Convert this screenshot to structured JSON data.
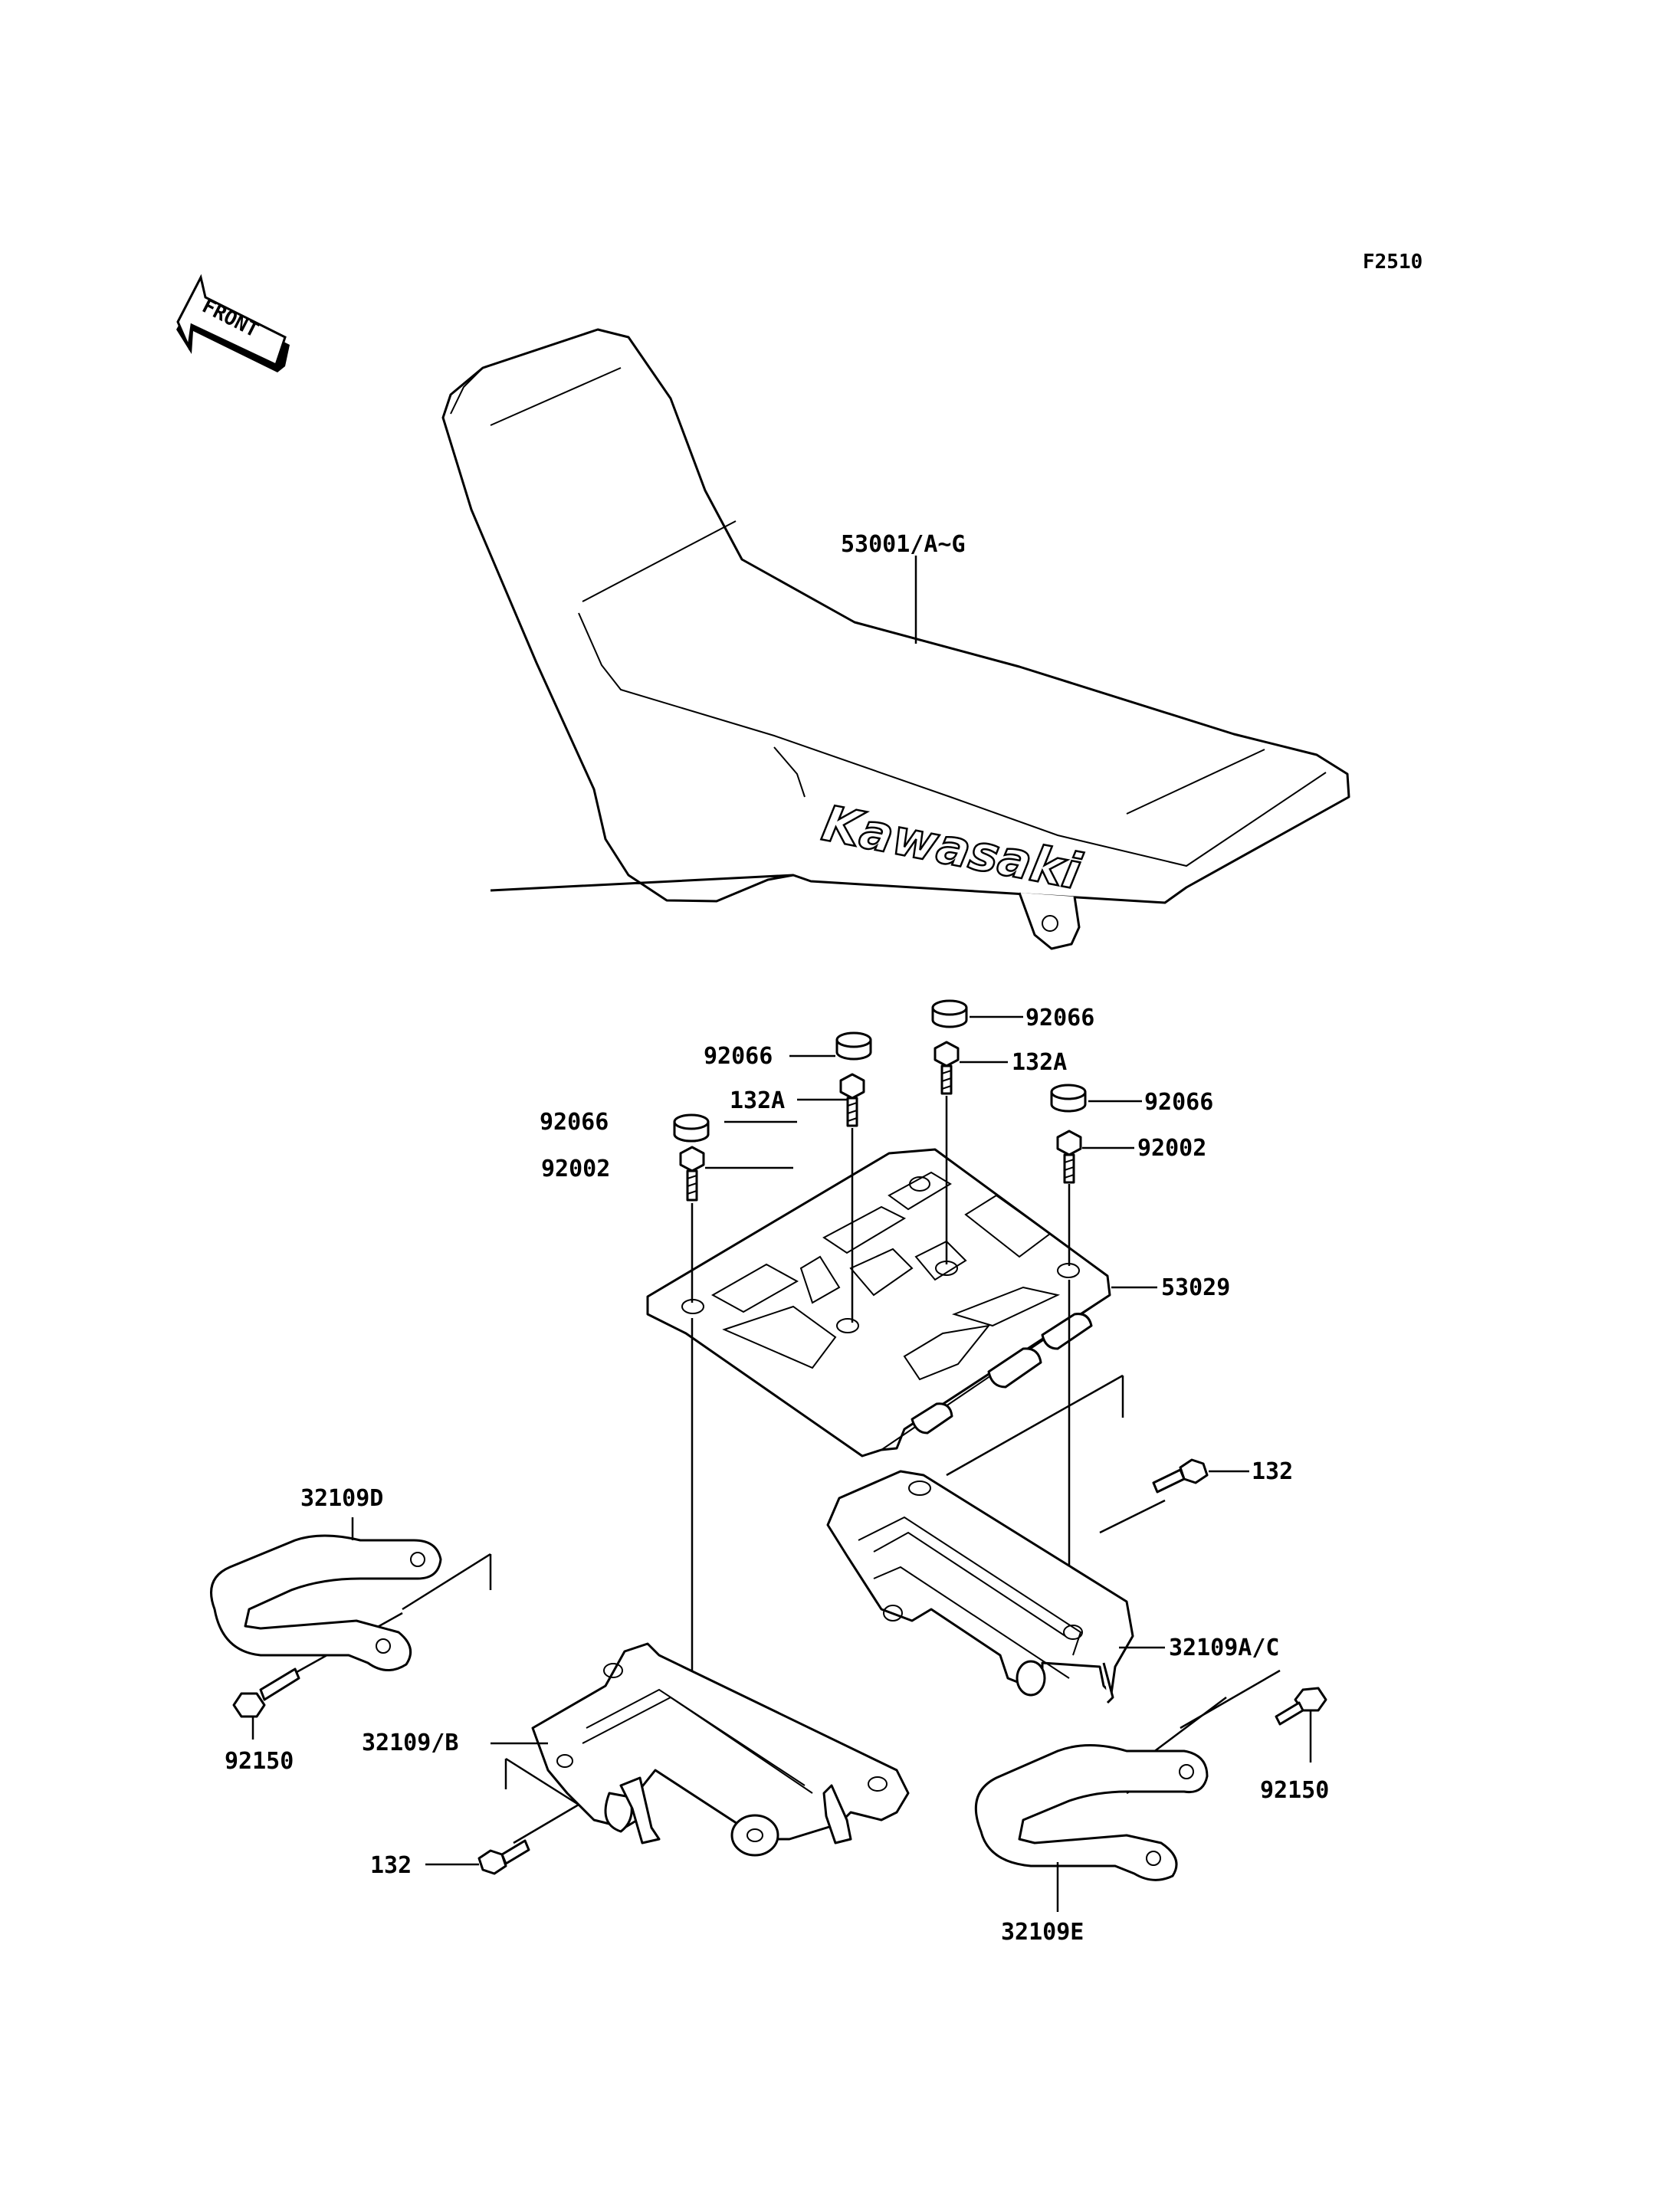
{
  "figure_code": "F2510",
  "front_label": "FRONT",
  "brand_logo_text": "Kawasaki",
  "labels": {
    "seat": "53001/A~G",
    "cap_1": "92066",
    "cap_2": "92066",
    "cap_3": "92066",
    "cap_4": "92066",
    "bolt_132a_1": "132A",
    "bolt_132a_2": "132A",
    "bolt_92002_1": "92002",
    "bolt_92002_2": "92002",
    "carrier": "53029",
    "bolt_132_right": "132",
    "bolt_132_left": "132",
    "grip_d": "32109D",
    "grip_e": "32109E",
    "bracket_ac": "32109A/C",
    "bracket_b": "32109/B",
    "bolt_92150_left": "92150",
    "bolt_92150_right": "92150"
  }
}
